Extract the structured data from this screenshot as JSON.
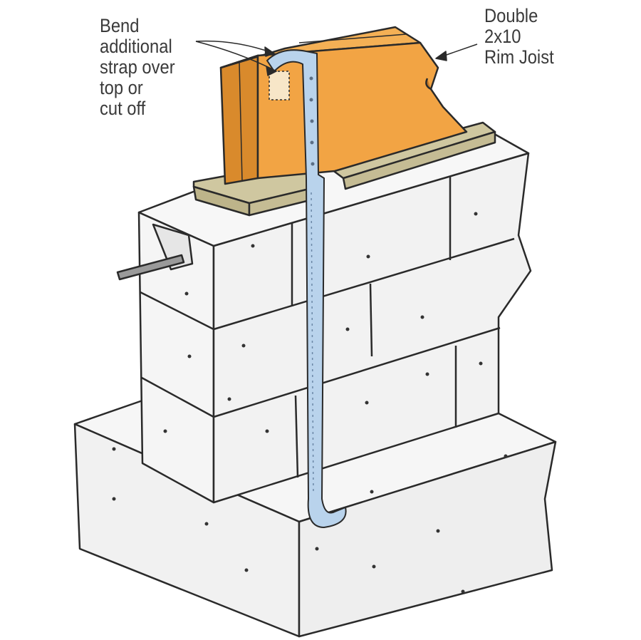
{
  "labels": {
    "bend_note": [
      "Bend",
      "additional",
      "strap over",
      "top or",
      "cut off"
    ],
    "rim_joist": [
      "Double",
      "2x10",
      "Rim Joist"
    ]
  },
  "colors": {
    "joist": "#f2a444",
    "joist_end": "#d98a2c",
    "sill_plate": "#cfc7a0",
    "strap": "#b9d3ec",
    "concrete": "#f4f4f4",
    "outline": "#2a2a2a"
  }
}
